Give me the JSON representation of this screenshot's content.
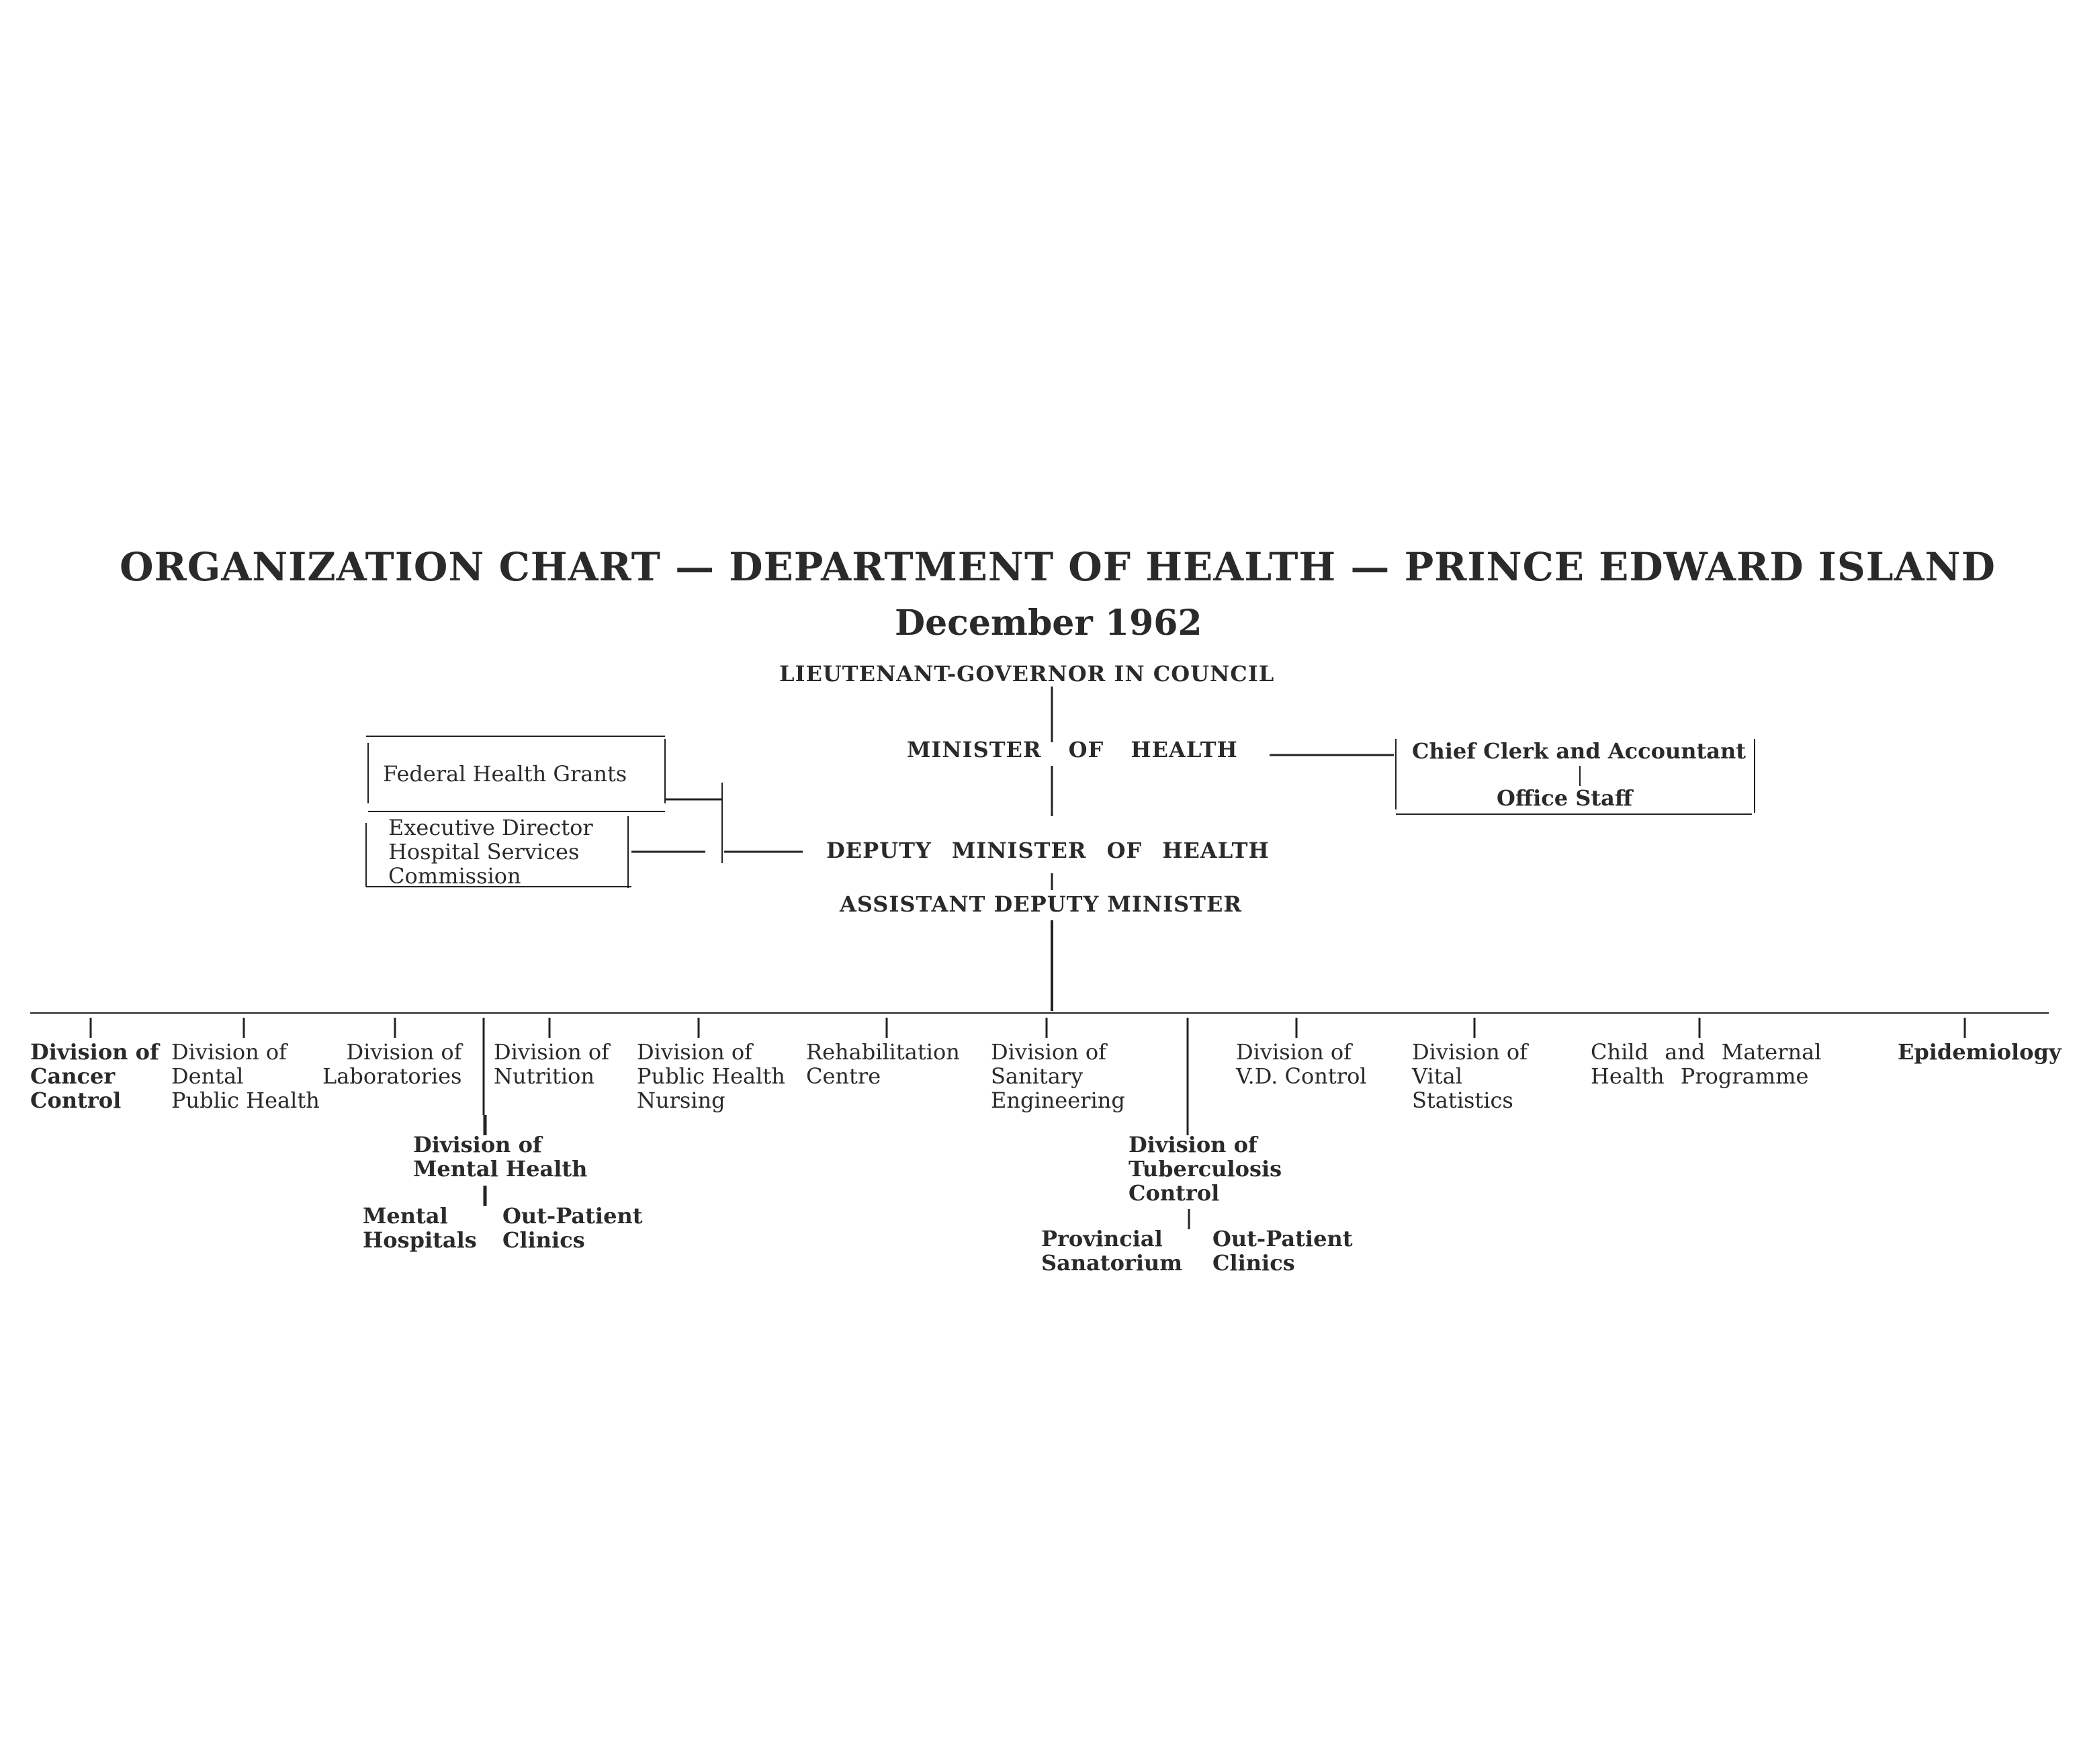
{
  "title": "ORGANIZATION CHART — DEPARTMENT OF HEALTH — PRINCE EDWARD ISLAND",
  "subtitle": "December 1962",
  "top": {
    "council": "LIEUTENANT-GOVERNOR IN COUNCIL",
    "minister": "MINISTER OF HEALTH",
    "deputy": "DEPUTY MINISTER OF HEALTH",
    "assistant": "ASSISTANT DEPUTY MINISTER"
  },
  "left_boxes": {
    "grants": "Federal Health Grants",
    "commission": "Executive Director\nHospital Services\nCommission"
  },
  "right_box": {
    "clerk": "Chief Clerk and Accountant",
    "staff": "Office Staff"
  },
  "divisions": [
    "Division of\nCancer\nControl",
    "Division of\nDental\nPublic Health",
    "Division of\nLaboratories",
    "Division of\nNutrition",
    "Division of\nPublic Health\nNursing",
    "Rehabilitation\nCentre",
    "Division of\nSanitary\nEngineering",
    "Division of\nV.D. Control",
    "Division of\nVital\nStatistics",
    "Child and Maternal\nHealth Programme",
    "Epidemiology"
  ],
  "mental_health": {
    "label": "Division of\nMental Health",
    "children": [
      "Mental\nHospitals",
      "Out-Patient\nClinics"
    ]
  },
  "tuberculosis": {
    "label": "Division of\nTuberculosis\nControl",
    "children": [
      "Provincial\nSanatorium",
      "Out-Patient\nClinics"
    ]
  }
}
